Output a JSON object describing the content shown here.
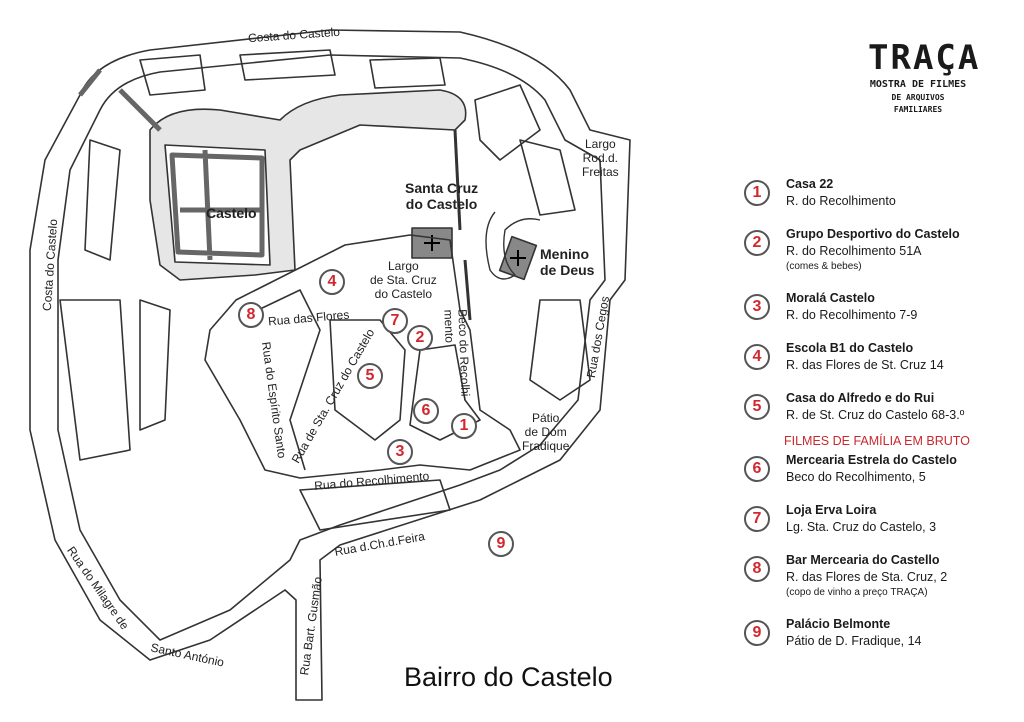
{
  "logo": {
    "title": "TRAÇA",
    "subtitle1": "MOSTRA DE FILMES",
    "subtitle2": "DE ARQUIVOS FAMILIARES"
  },
  "map_title": "Bairro do Castelo",
  "colors": {
    "accent": "#d0282e",
    "street": "#333333",
    "castle_fill": "#e4e4e4",
    "church_fill": "#888888"
  },
  "map_labels": {
    "costa_top": "Costa do Castelo",
    "costa_left": "Costa do Castelo",
    "castelo": "Castelo",
    "santa_cruz": [
      "Santa Cruz",
      "do Castelo"
    ],
    "menino": [
      "Menino",
      "de Deus"
    ],
    "largo_rod": [
      "Largo",
      "Rod.d.",
      "Freitas"
    ],
    "largo_sta": [
      "Largo",
      "de Sta. Cruz",
      "do Castelo"
    ],
    "rua_flores": "Rua das Flores",
    "rua_espirito": "Rua do Espírito Santo",
    "rua_sta_cruz": "Rua de Sta. Cruz do Castelo",
    "beco": [
      "Beco do Recolhi-",
      "mento"
    ],
    "patio": [
      "Pátio",
      "de Dom",
      "Fradique"
    ],
    "rua_cegos": "Rua dos Cegos",
    "rua_recolhimento": "Rua do Recolhimento",
    "rua_feira": "Rua d.Ch.d.Feira",
    "rua_bart": "Rua Bart. Gusmão",
    "rua_milagre": "Rua do Milagre de",
    "santo_antonio": "Santo António"
  },
  "markers": [
    "1",
    "2",
    "3",
    "4",
    "5",
    "6",
    "7",
    "8",
    "9"
  ],
  "legend": {
    "section": "FILMES DE FAMÍLIA EM BRUTO",
    "items": [
      {
        "num": "1",
        "name": "Casa 22",
        "address": "R. do Recolhimento",
        "note": ""
      },
      {
        "num": "2",
        "name": "Grupo Desportivo do Castelo",
        "address": "R. do Recolhimento 51A",
        "note": "(comes & bebes)"
      },
      {
        "num": "3",
        "name": "Moralá Castelo",
        "address": "R. do Recolhimento 7-9",
        "note": ""
      },
      {
        "num": "4",
        "name": "Escola B1 do Castelo",
        "address": "R. das Flores de St. Cruz 14",
        "note": ""
      },
      {
        "num": "5",
        "name": "Casa do Alfredo e do Rui",
        "address": "R. de St. Cruz do Castelo 68-3.º",
        "note": ""
      },
      {
        "num": "6",
        "name": "Mercearia Estrela do Castelo",
        "address": "Beco do Recolhimento, 5",
        "note": ""
      },
      {
        "num": "7",
        "name": "Loja Erva Loira",
        "address": "Lg. Sta. Cruz do Castelo, 3",
        "note": ""
      },
      {
        "num": "8",
        "name": "Bar Mercearia do Castello",
        "address": "R. das Flores de Sta. Cruz, 2",
        "note": "(copo de vinho a preço TRAÇA)"
      },
      {
        "num": "9",
        "name": "Palácio Belmonte",
        "address": "Pátio de D. Fradique, 14",
        "note": ""
      }
    ]
  }
}
